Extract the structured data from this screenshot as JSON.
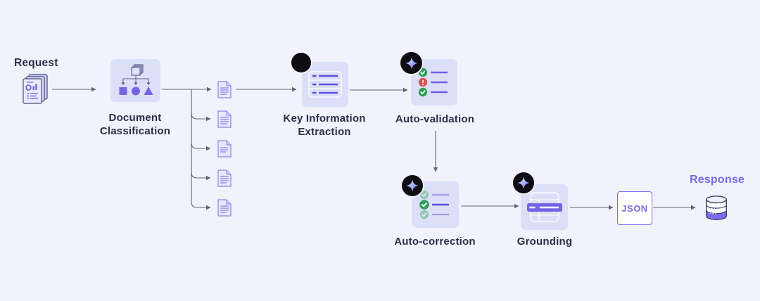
{
  "diagram": {
    "nodes": {
      "request": {
        "label": "Request",
        "icon": "document-stack-icon"
      },
      "document_classification": {
        "label": "Document Classification",
        "icon": "classification-tree-icon"
      },
      "fanout": {
        "document_count": 5,
        "icon": "document-page-icon"
      },
      "key_information_extraction": {
        "label": "Key Information Extraction",
        "icon": "key-value-list-icon",
        "badge": "layers-logo-badge"
      },
      "auto_validation": {
        "label": "Auto-validation",
        "icon": "checklist-validation-icon",
        "badge": "sparkle-ai-badge",
        "row_statuses": [
          "valid",
          "error",
          "valid"
        ]
      },
      "auto_correction": {
        "label": "Auto-correction",
        "icon": "checklist-correction-icon",
        "badge": "sparkle-ai-badge",
        "row_statuses": [
          "valid-muted",
          "valid",
          "valid-muted"
        ]
      },
      "grounding": {
        "label": "Grounding",
        "icon": "table-highlight-icon",
        "badge": "sparkle-ai-badge"
      },
      "json_output": {
        "label": "JSON"
      },
      "response": {
        "label": "Response",
        "icon": "database-icon"
      }
    },
    "colors": {
      "background": "#f1f2fc",
      "node_fill": "#dbe0f8",
      "accent_purple": "#7165e6",
      "outline_indigo": "#3f4166",
      "label_dark": "#2c2f45",
      "response_purple": "#7668ea",
      "success_green": "#2f9e54",
      "error_red": "#e0514f",
      "badge_black": "#0d0d12",
      "connector_gray": "#63667a"
    }
  }
}
